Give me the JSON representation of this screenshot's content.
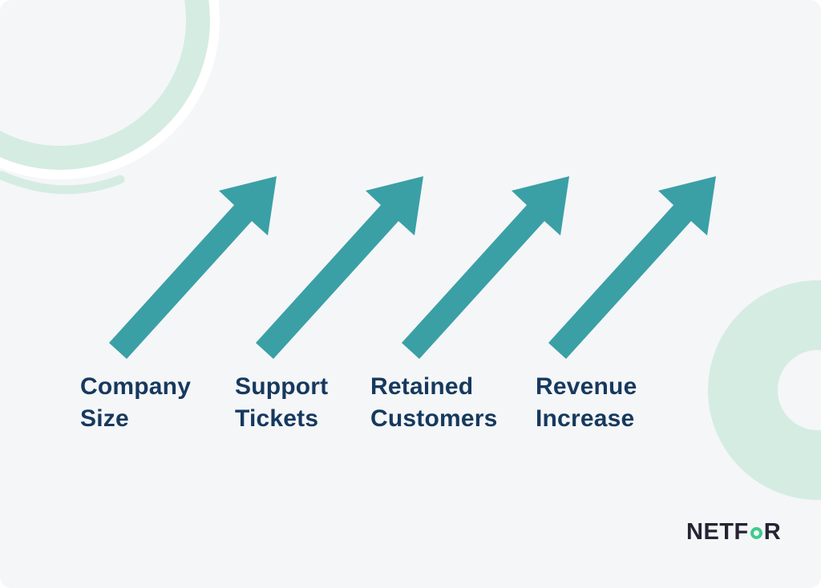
{
  "colors": {
    "arrow_teal": "#3aa0a6",
    "label_navy": "#16395e",
    "mint": "#d5ece2",
    "logo_dark": "#262333",
    "logo_green": "#3ecb8f",
    "bg": "#f5f6f8"
  },
  "steps": [
    {
      "label": "Company Size",
      "line1": "Company",
      "line2": "Size"
    },
    {
      "label": "Support Tickets",
      "line1": "Support",
      "line2": "Tickets"
    },
    {
      "label": "Retained Customers",
      "line1": "Retained",
      "line2": "Customers"
    },
    {
      "label": "Revenue Increase",
      "line1": "Revenue",
      "line2": "Increase"
    }
  ],
  "logo": {
    "name": "NETFOR",
    "pre": "NETF",
    "post": "R",
    "o_icon": "green-donut-circle"
  }
}
